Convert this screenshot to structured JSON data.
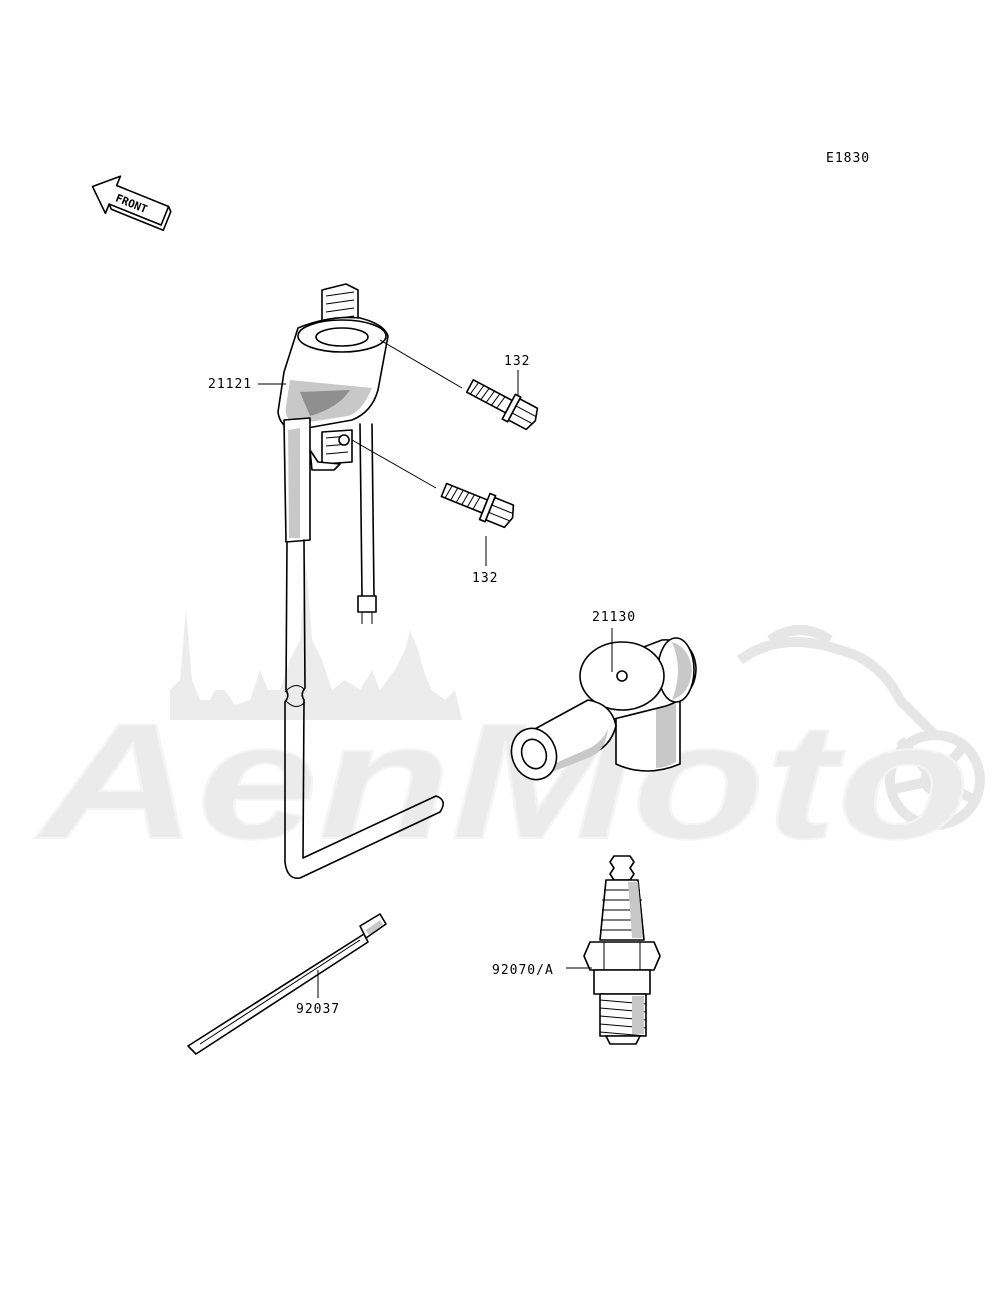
{
  "diagram_code": "E1830",
  "front_label": "FRONT",
  "watermark": "AenMoto",
  "parts": {
    "ignition_coil": "21121",
    "bolt_upper": "132",
    "bolt_lower": "132",
    "spark_plug_cap": "21130",
    "clamp": "92037",
    "spark_plug": "92070/A"
  },
  "colors": {
    "ink": "#000000",
    "watermark": "#e9e9e9",
    "background": "#ffffff"
  }
}
